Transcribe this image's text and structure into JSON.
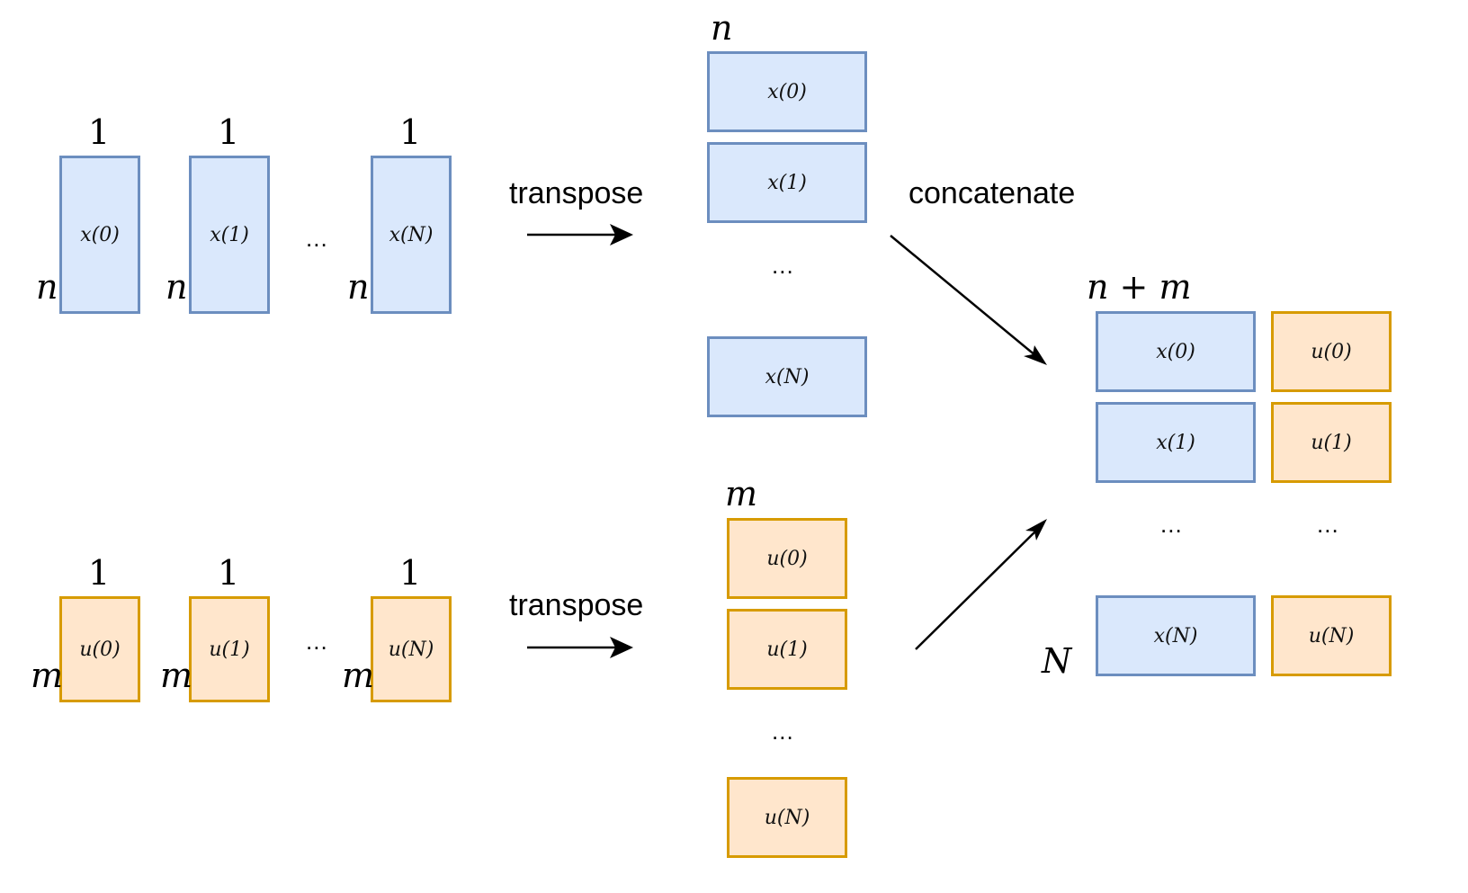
{
  "left_x": {
    "columns": [
      {
        "width_label": "1",
        "height_label": "n",
        "cell": "x(0)"
      },
      {
        "width_label": "1",
        "height_label": "n",
        "cell": "x(1)"
      },
      {
        "width_label": "1",
        "height_label": "n",
        "cell": "x(N)"
      }
    ],
    "ellipsis": "..."
  },
  "left_u": {
    "columns": [
      {
        "width_label": "1",
        "height_label": "m",
        "cell": "u(0)"
      },
      {
        "width_label": "1",
        "height_label": "m",
        "cell": "u(1)"
      },
      {
        "width_label": "1",
        "height_label": "m",
        "cell": "u(N)"
      }
    ],
    "ellipsis": "..."
  },
  "ops": {
    "transpose_top": "transpose",
    "transpose_bottom": "transpose",
    "concatenate": "concatenate"
  },
  "mid_x": {
    "width_label": "n",
    "rows": [
      "x(0)",
      "x(1)",
      "x(N)"
    ],
    "ellipsis": "..."
  },
  "mid_u": {
    "width_label": "m",
    "rows": [
      "u(0)",
      "u(1)",
      "u(N)"
    ],
    "ellipsis": "..."
  },
  "result": {
    "width_label": "n + m",
    "height_label": "N",
    "x_rows": [
      "x(0)",
      "x(1)",
      "x(N)"
    ],
    "u_rows": [
      "u(0)",
      "u(1)",
      "u(N)"
    ],
    "ellipsis_x": "...",
    "ellipsis_u": "..."
  },
  "colors": {
    "blue_fill": "#dae8fc",
    "blue_stroke": "#6c8ebf",
    "orange_fill": "#ffe6cc",
    "orange_stroke": "#d79b00"
  }
}
